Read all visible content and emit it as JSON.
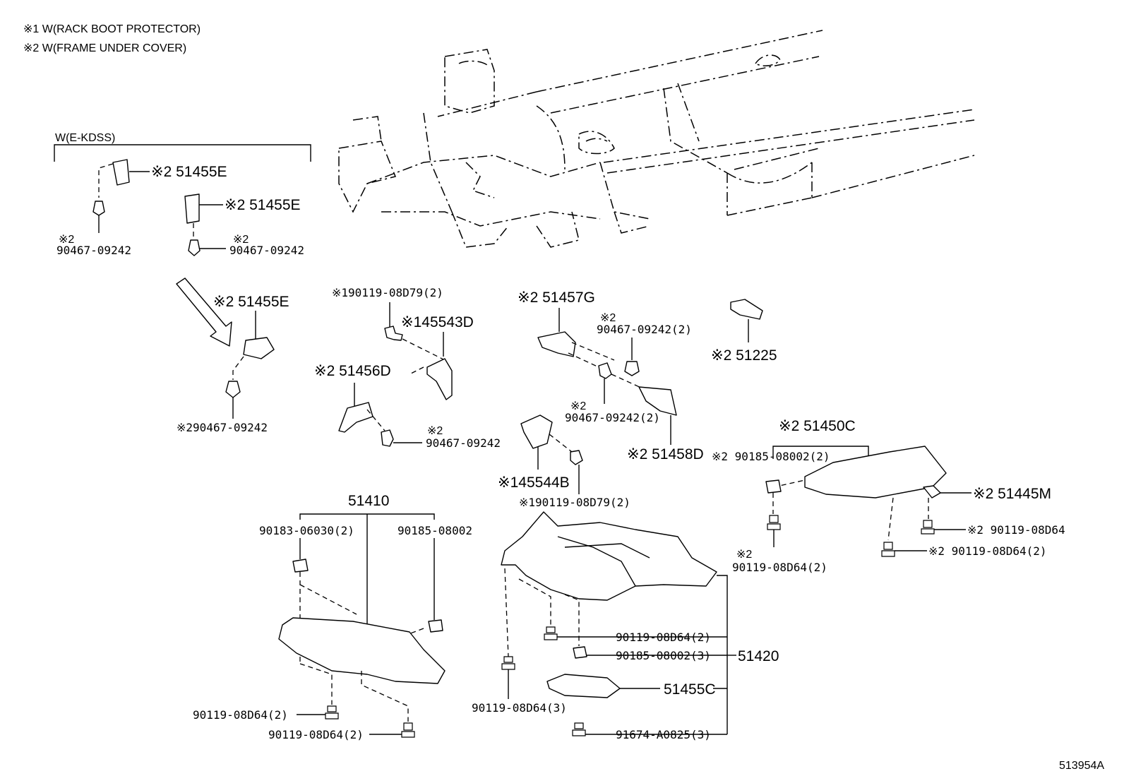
{
  "notes": {
    "note1": "※1 W(RACK BOOT PROTECTOR)",
    "note2": "※2 W(FRAME UNDER COVER)"
  },
  "group_label": "W(E-KDSS)",
  "diagram_id": "513954A",
  "labels": {
    "p51455E_a": "※2 51455E",
    "p51455E_b": "※2 51455E",
    "p51455E_c": "※2 51455E",
    "clip_a_mark": "※2",
    "clip_a_num": "90467-09242",
    "clip_b_mark": "※2",
    "clip_b_num": "90467-09242",
    "clip_c": "※290467-09242",
    "bolt_1a": "※190119-08D79(2)",
    "p45543D": "※145543D",
    "p51456D": "※2 51456D",
    "clip_d_mark": "※2",
    "clip_d_num": "90467-09242",
    "p51457G": "※2 51457G",
    "clip_e_mark": "※2",
    "clip_e_num": "90467-09242(2)",
    "clip_f_mark": "※2",
    "clip_f_num": "90467-09242(2)",
    "p51458D": "※2 51458D",
    "p45544B": "※145544B",
    "bolt_1b": "※190119-08D79(2)",
    "p51225": "※2 51225",
    "p51450C": "※2 51450C",
    "nut_g": "※2 90185-08002(2)",
    "p51445M": "※2 51445M",
    "bolt_h": "※2 90119-08D64",
    "bolt_i": "※2 90119-08D64(2)",
    "bolt_j_mark": "※2",
    "bolt_j_num": "90119-08D64(2)",
    "p51410": "51410",
    "nut_k": "90183-06030(2)",
    "nut_l": "90185-08002",
    "bolt_m": "90119-08D64(2)",
    "bolt_n": "90119-08D64(2)",
    "bolt_o": "90119-08D64(2)",
    "nut_p": "90185-08002(3)",
    "p51420": "51420",
    "p51455C": "51455C",
    "bolt_q": "90119-08D64(3)",
    "screw_r": "91674-A0825(3)"
  }
}
